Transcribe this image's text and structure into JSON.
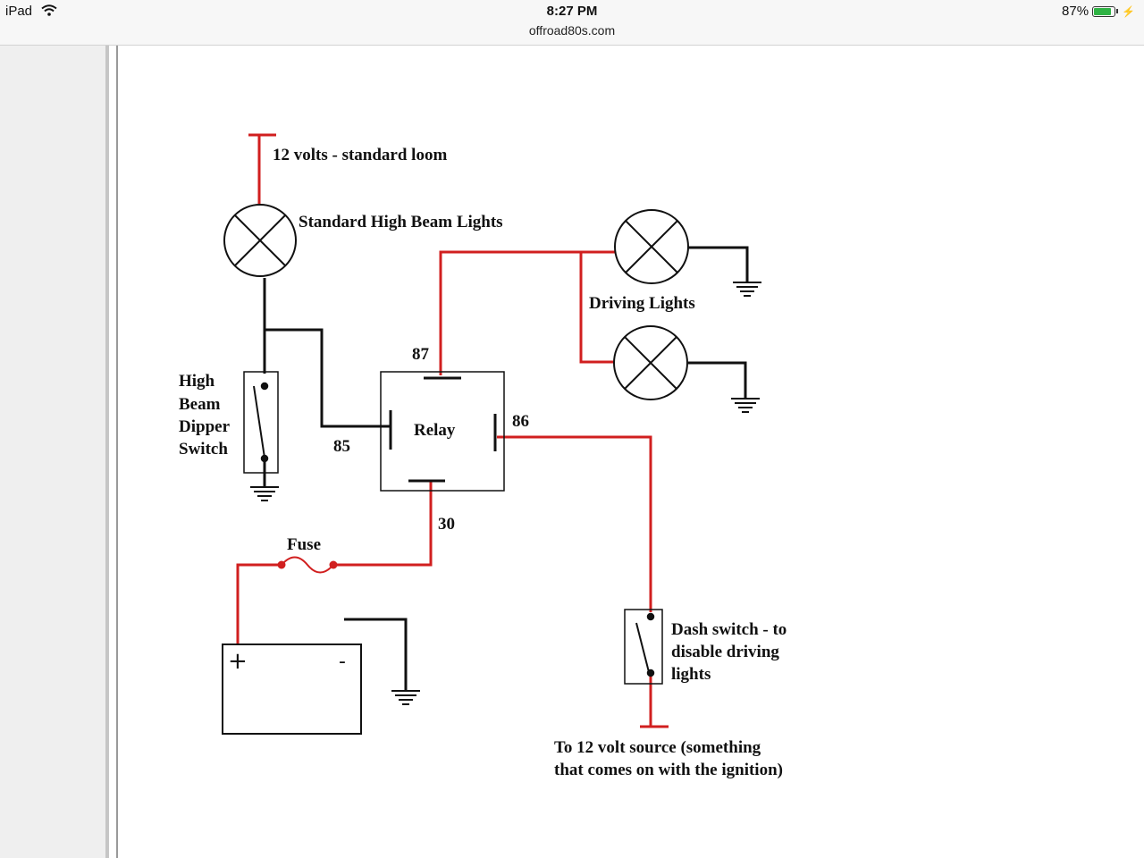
{
  "status_bar": {
    "device": "iPad",
    "time": "8:27 PM",
    "url": "offroad80s.com",
    "battery_percent": "87%",
    "battery_level": 0.87,
    "colors": {
      "battery": "#2fb344"
    }
  },
  "diagram": {
    "labels": {
      "supply": "12 volts - standard loom",
      "high_beam": "Standard High Beam Lights",
      "driving_lights": "Driving Lights",
      "dipper_1": "High",
      "dipper_2": "Beam",
      "dipper_3": "Dipper",
      "dipper_4": "Switch",
      "pin_87": "87",
      "pin_85": "85",
      "pin_86": "86",
      "pin_30": "30",
      "relay": "Relay",
      "fuse": "Fuse",
      "battery_plus": "+",
      "battery_minus": "-",
      "dash_1": "Dash switch - to",
      "dash_2": "disable driving",
      "dash_3": "lights",
      "source_1": "To 12 volt source (something",
      "source_2": "that comes on with the ignition)"
    },
    "colors": {
      "live_wire": "#d11f1f",
      "wire": "#111111"
    }
  }
}
